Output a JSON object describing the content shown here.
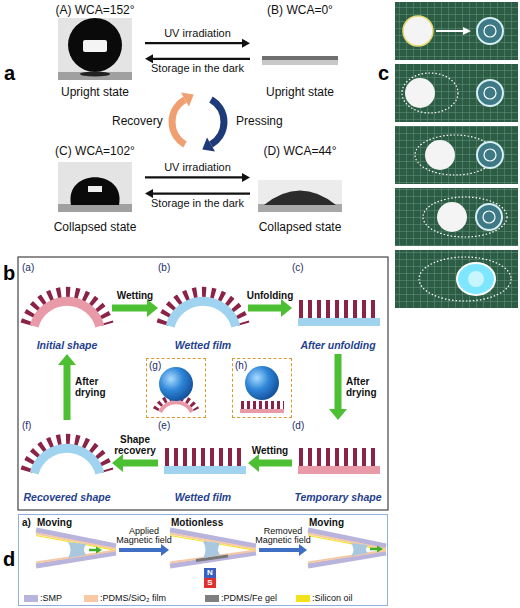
{
  "diagram": {
    "nodes": [
      {
        "text": [
          "(A) WCA=152°",
          "Upright state"
        ]
      },
      {
        "text": [
          "(B) WCA=0°",
          "Upright state"
        ]
      },
      {
        "text": [
          "(C) WCA=102°",
          "Collapsed state"
        ]
      },
      {
        "text": [
          "(D) WCA=44°",
          "Collapsed state"
        ]
      },
      {
        "text": [
          "(a)",
          "Initial shape"
        ]
      },
      {
        "text": [
          "(b)",
          "Wetted film"
        ]
      },
      {
        "text": [
          "(c)",
          "After unfolding"
        ]
      },
      {
        "text": [
          "(d)",
          "Temporary shape"
        ]
      },
      {
        "text": [
          "(e)",
          "Wetted film"
        ]
      },
      {
        "text": [
          "(f)",
          "Recovered shape"
        ]
      },
      {
        "text": [
          "(g)"
        ]
      },
      {
        "text": [
          "(h)"
        ]
      },
      {
        "text": [
          "a)"
        ]
      },
      {
        "text": [
          "Moving"
        ],
        "in": 12
      },
      {
        "text": [
          "Motionless"
        ],
        "in": 12
      },
      {
        "text": [
          "Moving"
        ],
        "in": 12
      }
    ],
    "edges": [
      {
        "from": 0,
        "to": 1,
        "label": "UV irradiation",
        "arrow": "to"
      },
      {
        "from": 1,
        "to": 0,
        "label": "Storage in the dark",
        "arrow": "to"
      },
      {
        "from": 2,
        "to": 3,
        "label": "UV irradiation",
        "arrow": "to"
      },
      {
        "from": 3,
        "to": 2,
        "label": "Storage in the dark",
        "arrow": "to"
      },
      {
        "from": 4,
        "to": 5,
        "label": "Wetting",
        "arrow": "to"
      },
      {
        "from": 5,
        "to": 6,
        "label": "Unfolding",
        "arrow": "to"
      },
      {
        "from": 6,
        "to": 7,
        "label": "After drying",
        "arrow": "to"
      },
      {
        "from": 7,
        "to": 8,
        "label": "Wetting",
        "arrow": "to"
      },
      {
        "from": 8,
        "to": 9,
        "label": "Shape recovery",
        "arrow": "to"
      },
      {
        "from": 9,
        "to": 4,
        "label": "After drying",
        "arrow": "to"
      },
      {
        "from": 13,
        "to": 14,
        "label": "Applied Magnetic field",
        "arrow": "to"
      },
      {
        "from": 14,
        "to": 15,
        "label": "Removed Magnetic field",
        "arrow": "to"
      }
    ],
    "labels": [
      "a",
      "Recovery",
      "Pressing",
      "c",
      "b",
      "d",
      "N",
      "S"
    ],
    "legend": [
      {
        "text": ":SMP",
        "color": "#b9b4dc"
      },
      {
        "text": ":PDMS/SiO₂ film",
        "color": "#f6c9a4"
      },
      {
        "text": ":PDMS/Fe gel",
        "color": "#7f7f7f"
      },
      {
        "text": ":Silicon oil",
        "color": "#f2e21c"
      }
    ]
  }
}
